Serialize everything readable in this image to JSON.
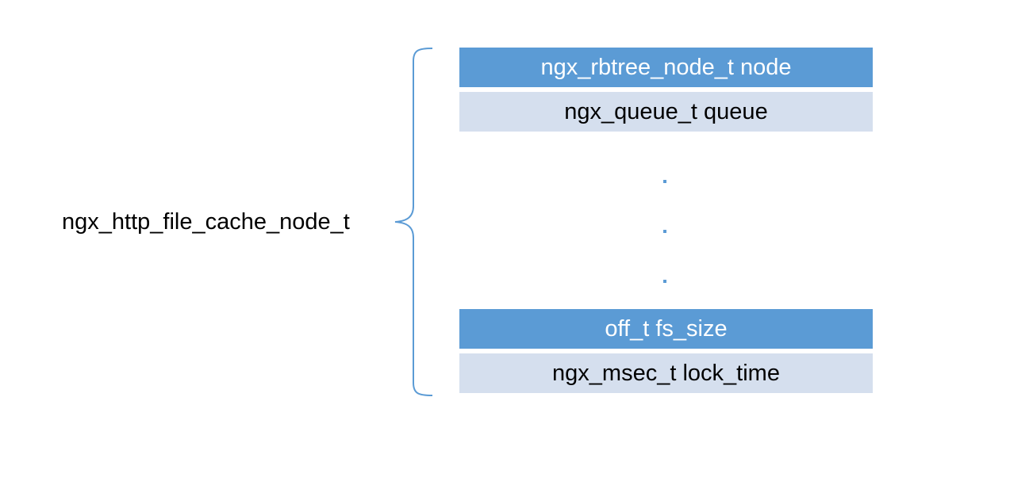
{
  "diagram": {
    "struct_name": "ngx_http_file_cache_node_t",
    "fields": [
      {
        "label": "ngx_rbtree_node_t node",
        "style": "dark"
      },
      {
        "label": "ngx_queue_t queue",
        "style": "light"
      },
      {
        "label": "off_t fs_size",
        "style": "dark"
      },
      {
        "label": "ngx_msec_t lock_time",
        "style": "light"
      }
    ],
    "colors": {
      "dark_fill": "#5b9bd5",
      "light_fill": "#d5dfee",
      "brace": "#5b9bd5",
      "dark_text": "#ffffff",
      "light_text": "#000000"
    }
  }
}
